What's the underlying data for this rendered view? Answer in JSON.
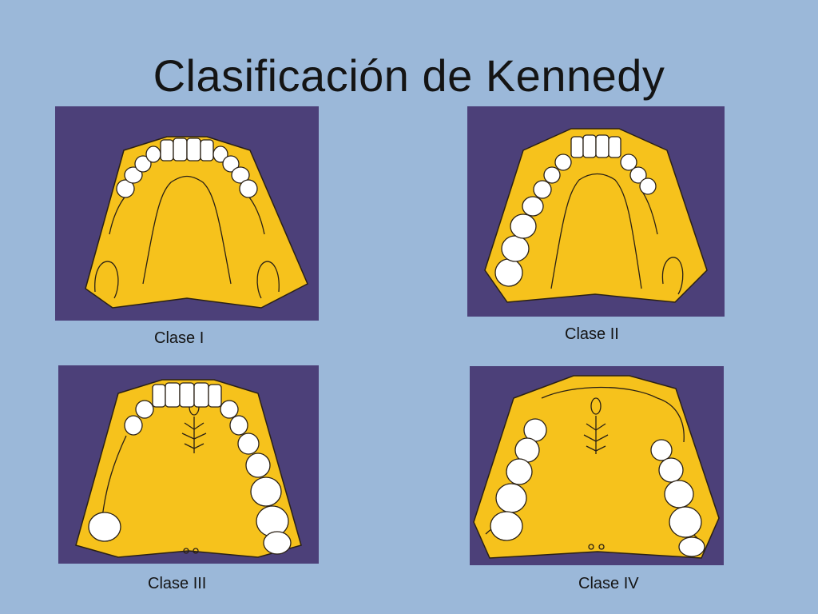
{
  "title": "Clasificación de Kennedy",
  "panels": [
    {
      "caption": "Clase I",
      "image": "maxillary arch cast, bilateral posterior edentulous areas"
    },
    {
      "caption": "Clase II",
      "image": "maxillary arch cast, unilateral posterior edentulous area"
    },
    {
      "caption": "Clase III",
      "image": "maxillary arch cast, unilateral bounded edentulous area"
    },
    {
      "caption": "Clase IV",
      "image": "maxillary arch cast, anterior edentulous area crossing midline"
    }
  ],
  "colors": {
    "background": "#9bb8d9",
    "panel": "#4c4079",
    "cast": "#f6c21c",
    "tooth": "#ffffff"
  }
}
